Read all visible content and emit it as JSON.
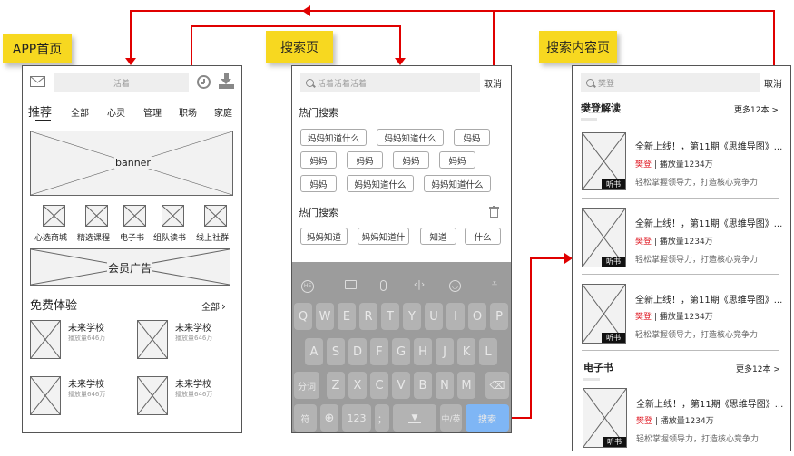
{
  "labels": {
    "home": "APP首页",
    "search": "搜索页",
    "content": "搜索内容页"
  },
  "colors": {
    "label_bg": "#f7d820",
    "arrow": "#e00000",
    "search_key": "#7fb6f5",
    "highlight_red": "#e0202a"
  },
  "home": {
    "search_placeholder": "活着",
    "icons": [
      "mail-icon",
      "history-clock-icon",
      "download-icon"
    ],
    "tabs": [
      "推荐",
      "全部",
      "心灵",
      "管理",
      "职场",
      "家庭"
    ],
    "active_tab": "推荐",
    "banner_label": "banner",
    "categories": [
      "心选商城",
      "精选课程",
      "电子书",
      "组队读书",
      "线上社群"
    ],
    "ad_label": "会员广告",
    "free_section": {
      "title": "免费体验",
      "more": "全部",
      "items": [
        {
          "title": "未来学校",
          "plays": "播放量646万"
        },
        {
          "title": "未来学校",
          "plays": "播放量646万"
        },
        {
          "title": "未来学校",
          "plays": "播放量646万"
        },
        {
          "title": "未来学校",
          "plays": "播放量646万"
        }
      ]
    }
  },
  "search_page": {
    "search_placeholder": "活着活着活着",
    "cancel": "取消",
    "hot_title": "热门搜索",
    "hot_tags": [
      "妈妈知道什么",
      "妈妈知道什么",
      "妈妈",
      "妈妈",
      "妈妈",
      "妈妈",
      "妈妈",
      "妈妈",
      "妈妈知道什么",
      "妈妈知道什么"
    ],
    "history_title": "热门搜索",
    "history_tags": [
      "妈妈知道",
      "妈妈知道什",
      "知道",
      "什么"
    ],
    "keyboard": {
      "toolbar": [
        "handwriting-icon",
        "message-icon",
        "microphone-icon",
        "cursor-icon",
        "emoji-icon",
        "collapse-keyboard-icon"
      ],
      "row1": [
        "Q",
        "W",
        "E",
        "R",
        "T",
        "Y",
        "U",
        "I",
        "O",
        "P"
      ],
      "row2": [
        "A",
        "S",
        "D",
        "F",
        "G",
        "H",
        "J",
        "K",
        "L"
      ],
      "row3": [
        "分词",
        "Z",
        "X",
        "C",
        "V",
        "B",
        "N",
        "M",
        "⌫"
      ],
      "row4": [
        "符",
        "⊕",
        "123",
        "；",
        "space",
        "中/英",
        "搜索"
      ]
    }
  },
  "content_page": {
    "search_value": "樊登",
    "cancel": "取消",
    "sections": [
      {
        "title": "樊登解读",
        "more": "更多12本 >",
        "items": [
          {
            "title": "全新上线！，第11期《思维导图》...",
            "author": "樊登",
            "plays": "| 播放量1234万",
            "desc": "轻松掌握领导力，打造核心竞争力",
            "badge": "听书"
          },
          {
            "title": "全新上线！，第11期《思维导图》...",
            "author": "樊登",
            "plays": "| 播放量1234万",
            "desc": "轻松掌握领导力，打造核心竞争力",
            "badge": "听书"
          },
          {
            "title": "全新上线！，第11期《思维导图》...",
            "author": "樊登",
            "plays": "| 播放量1234万",
            "desc": "轻松掌握领导力，打造核心竞争力",
            "badge": "听书"
          }
        ]
      },
      {
        "title": "电子书",
        "more": "更多12本 >",
        "items": [
          {
            "title": "全新上线！，第11期《思维导图》...",
            "author": "樊登",
            "plays": "| 播放量1234万",
            "desc": "轻松掌握领导力，打造核心竞争力",
            "badge": "听书"
          }
        ]
      }
    ]
  }
}
